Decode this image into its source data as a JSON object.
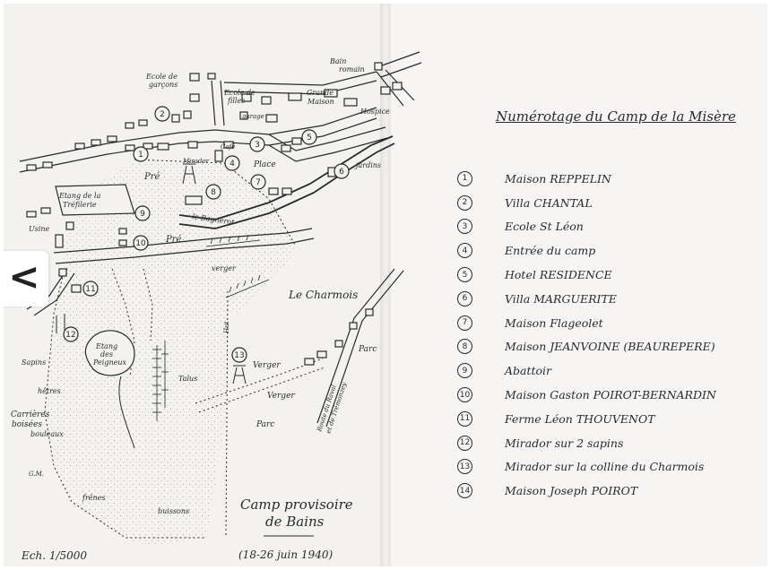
{
  "map": {
    "place_labels": {
      "ecole_garcons": [
        "Ecole de",
        "garçons"
      ],
      "ecole_filles": [
        "Ecole de",
        "filles"
      ],
      "garage": "garage",
      "bain_romain": [
        "Bain",
        "romain"
      ],
      "grande_maison": [
        "Grande",
        "Maison"
      ],
      "hospice": "Hospice",
      "cafe": "Café",
      "mirador": "Mirador",
      "place": "Place",
      "jardins": "jardins",
      "pre_north": "Pré",
      "pre_south": "Pré",
      "etang_trefilerie": [
        "Etang de la",
        "Tréfilerie"
      ],
      "le_bagnerot": "le Bagnerot",
      "usine": "Usine",
      "verger_north": "verger",
      "le_charmois": "Le Charmois",
      "hut": "Hut",
      "sapins": "Sapins",
      "hetres": "hêtres",
      "carrieres": [
        "Carrières",
        "boisées"
      ],
      "bouleaux": "bouleaux",
      "etang_peigneux": [
        "Etang",
        "des",
        "Peigneux"
      ],
      "talus": "Talus",
      "verger_east": "Verger",
      "verger_south": "Verger",
      "parc_east": "Parc",
      "parc_south": "Parc",
      "route": [
        "Route du Raval",
        "et de Trémonzey"
      ],
      "gm": "G.M.",
      "frenes": "frênes",
      "buissons": "buissons"
    },
    "markers": [
      "1",
      "2",
      "3",
      "4",
      "5",
      "6",
      "7",
      "8",
      "9",
      "10",
      "11",
      "12",
      "13"
    ],
    "title": [
      "Camp provisoire",
      "de Bains"
    ],
    "dates": "(18-26 juin 1940)",
    "scale": "Ech. 1/5000"
  },
  "legend": {
    "title": "Numérotage du Camp de la Misère",
    "items": [
      {
        "num": "1",
        "name": "Maison REPPELIN"
      },
      {
        "num": "2",
        "name": "Villa CHANTAL"
      },
      {
        "num": "3",
        "name": "Ecole St Léon"
      },
      {
        "num": "4",
        "name": "Entrée du camp"
      },
      {
        "num": "5",
        "name": "Hotel RESIDENCE"
      },
      {
        "num": "6",
        "name": "Villa MARGUERITE"
      },
      {
        "num": "7",
        "name": "Maison Flageolet"
      },
      {
        "num": "8",
        "name": "Maison JEANVOINE (BEAUREPERE)"
      },
      {
        "num": "9",
        "name": "Abattoir"
      },
      {
        "num": "10",
        "name": "Maison Gaston POIROT-BERNARDIN"
      },
      {
        "num": "11",
        "name": "Ferme Léon THOUVENOT"
      },
      {
        "num": "12",
        "name": "Mirador sur 2 sapins"
      },
      {
        "num": "13",
        "name": "Mirador sur la colline du Charmois"
      },
      {
        "num": "14",
        "name": "Maison Joseph POIROT"
      }
    ]
  },
  "nav": {
    "prev_glyph": "<"
  },
  "colors": {
    "ink": "#2a2a2e",
    "paper": "#f3f2ef",
    "camp_stipple": "#b9b9b9"
  }
}
